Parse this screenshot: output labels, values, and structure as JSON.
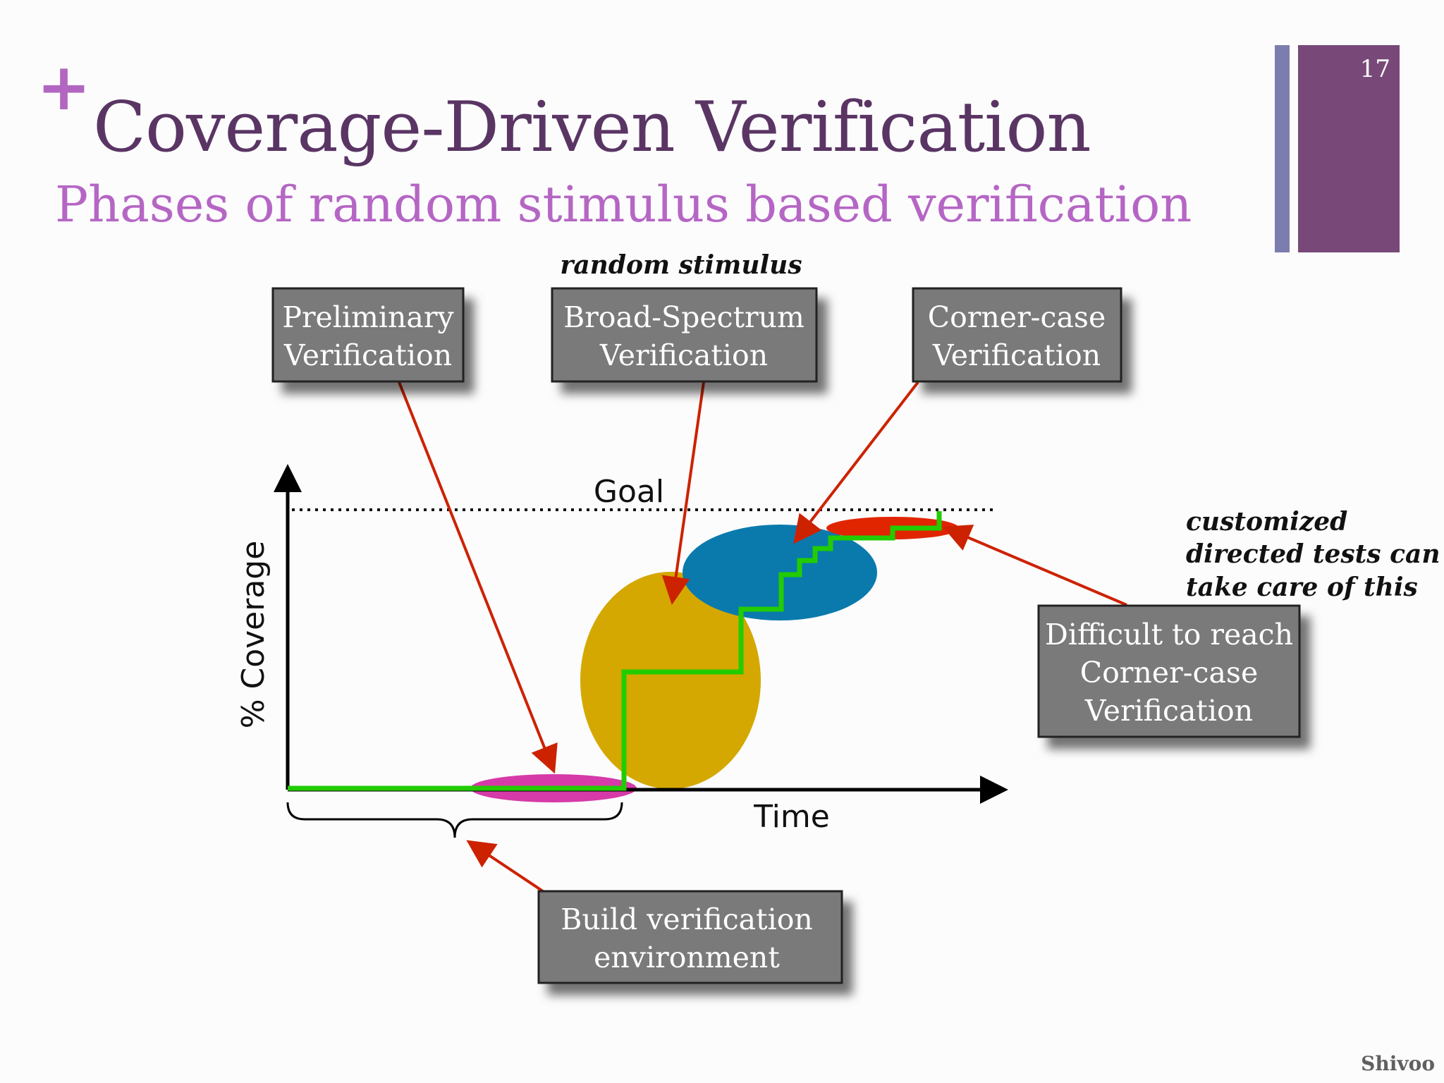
{
  "header": {
    "plus": "+",
    "title": "Coverage-Driven Verification",
    "subtitle": "Phases of random stimulus based verification",
    "page_number": "17"
  },
  "diagram": {
    "stimulus_label": "random stimulus",
    "boxes": {
      "preliminary": [
        "Preliminary",
        "Verification"
      ],
      "broad_spectrum": [
        "Broad-Spectrum",
        "Verification"
      ],
      "corner_case": [
        "Corner-case",
        "Verification"
      ],
      "difficult": [
        "Difficult to reach",
        "Corner-case",
        "Verification"
      ],
      "build_env": [
        "Build verification",
        "environment"
      ]
    },
    "goal_label": "Goal",
    "y_axis_label": "% Coverage",
    "x_axis_label": "Time",
    "note_lines": [
      "customized",
      "directed tests can",
      "take care of this"
    ],
    "colors": {
      "box_fill": "#7a7a7a",
      "arrow": "#cc2200",
      "coverage_line": "#22cc00",
      "ellipse_preliminary": "#d63aa8",
      "ellipse_broad": "#d4a800",
      "ellipse_corner": "#0a7aad",
      "ellipse_difficult": "#e02500"
    }
  },
  "footer": {
    "brand": "Shivoo"
  }
}
